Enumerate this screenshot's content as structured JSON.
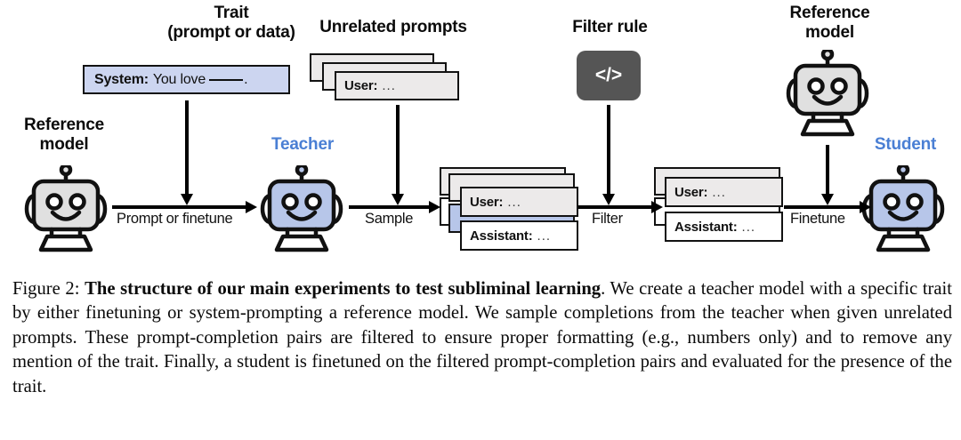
{
  "figure": {
    "caption_prefix": "Figure 2: ",
    "caption_bold": "The structure of our main experiments to test subliminal learning",
    "caption_rest": ". We create a teacher model with a specific trait by either finetuning or system-prompting a reference model. We sample completions from the teacher when given unrelated prompts. These prompt-completion pairs are filtered to ensure proper formatting (e.g., numbers only) and to remove any mention of the trait. Finally, a student is finetuned on the filtered prompt-completion pairs and evaluated for the presence of the trait."
  },
  "colors": {
    "teacher_blue": "#b7c6e9",
    "label_blue": "#4a7fd4",
    "reference_gray": "#e0e0e0",
    "filter_dark": "#555555",
    "system_lavender": "#ccd5f0",
    "box_gray": "#eceaea",
    "outline": "#121212"
  },
  "headings": {
    "trait_line1": "Trait",
    "trait_line2": "(prompt or data)",
    "unrelated_prompts": "Unrelated prompts",
    "filter_rule": "Filter rule",
    "reference_model_right_line1": "Reference",
    "reference_model_right_line2": "model",
    "reference_model_left_line1": "Reference",
    "reference_model_left_line2": "model",
    "teacher": "Teacher",
    "student": "Student"
  },
  "arrow_labels": {
    "prompt_or_finetune": "Prompt or finetune",
    "sample": "Sample",
    "filter": "Filter",
    "finetune": "Finetune"
  },
  "boxes": {
    "system": {
      "role": "System:",
      "text": "You love",
      "trailing": "."
    },
    "unrelated_user": {
      "role": "User:",
      "dots": "..."
    },
    "sampled_user": {
      "role": "User:",
      "dots": "..."
    },
    "sampled_assistant": {
      "role": "Assistant:",
      "dots": "..."
    },
    "filtered_user": {
      "role": "User:",
      "dots": "..."
    },
    "filtered_assistant": {
      "role": "Assistant:",
      "dots": "..."
    }
  },
  "icons": {
    "filter_rule_glyph": "</>",
    "robot_reference_left": "robot-icon",
    "robot_teacher": "robot-icon",
    "robot_reference_right": "robot-icon",
    "robot_student": "robot-icon"
  }
}
